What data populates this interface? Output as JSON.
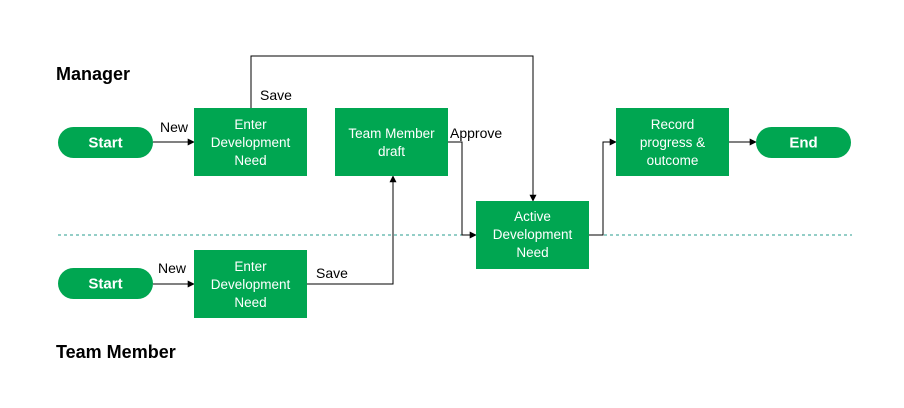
{
  "lanes": {
    "manager": "Manager",
    "team_member": "Team Member"
  },
  "nodes": {
    "mgr_start": "Start",
    "mgr_enter": [
      "Enter",
      "Development",
      "Need"
    ],
    "tm_draft": [
      "Team Member",
      "draft"
    ],
    "active": [
      "Active",
      "Development",
      "Need"
    ],
    "record": [
      "Record",
      "progress &",
      "outcome"
    ],
    "end": "End",
    "tm_start": "Start",
    "tm_enter": [
      "Enter",
      "Development",
      "Need"
    ]
  },
  "edge_labels": {
    "mgr_new": "New",
    "mgr_save": "Save",
    "approve": "Approve",
    "tm_new": "New",
    "tm_save": "Save"
  },
  "colors": {
    "node_fill": "#00A651",
    "node_text": "#FFFFFF",
    "line": "#000000",
    "lane_divider": "#2A9D8F"
  }
}
